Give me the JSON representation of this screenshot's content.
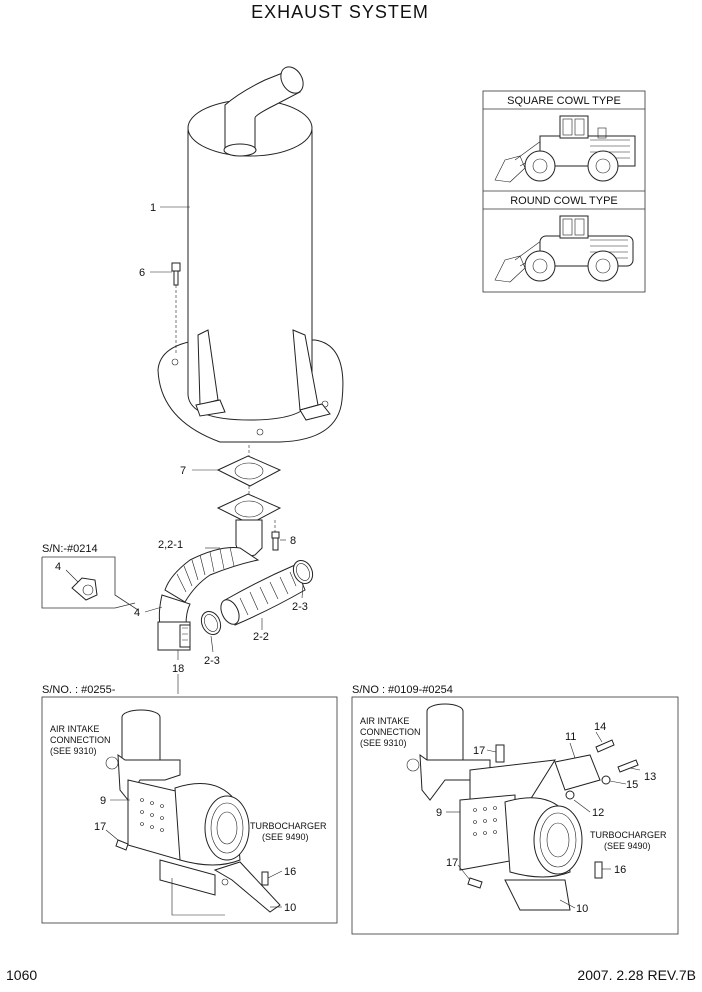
{
  "title": "EXHAUST SYSTEM",
  "footer": {
    "page": "1060",
    "date_rev": "2007. 2.28  REV.7B"
  },
  "inset": {
    "square": "SQUARE COWL TYPE",
    "round": "ROUND COWL TYPE"
  },
  "serials": {
    "sn_up_to": "S/N:-#0214",
    "sno_from": "S/NO. : #0255-",
    "sno_range": "S/NO : #0109-#0254"
  },
  "notes": {
    "air_intake_l1": "AIR INTAKE",
    "air_intake_l2": "CONNECTION",
    "air_intake_l3": "(SEE 9310)",
    "turbo_l1": "TURBOCHARGER",
    "turbo_l2": "(SEE 9490)"
  },
  "callouts": {
    "c1": "1",
    "c6": "6",
    "c7": "7",
    "c8": "8",
    "c221": "2,2-1",
    "c4a": "4",
    "c4b": "4",
    "c23a": "2-3",
    "c23b": "2-3",
    "c22": "2-2",
    "c18": "18",
    "l9": "9",
    "l17": "17",
    "l16": "16",
    "l10": "10",
    "r9": "9",
    "r17a": "17",
    "r17b": "17",
    "r11": "11",
    "r14": "14",
    "r13": "13",
    "r15": "15",
    "r12": "12",
    "r16": "16",
    "r10": "10"
  }
}
